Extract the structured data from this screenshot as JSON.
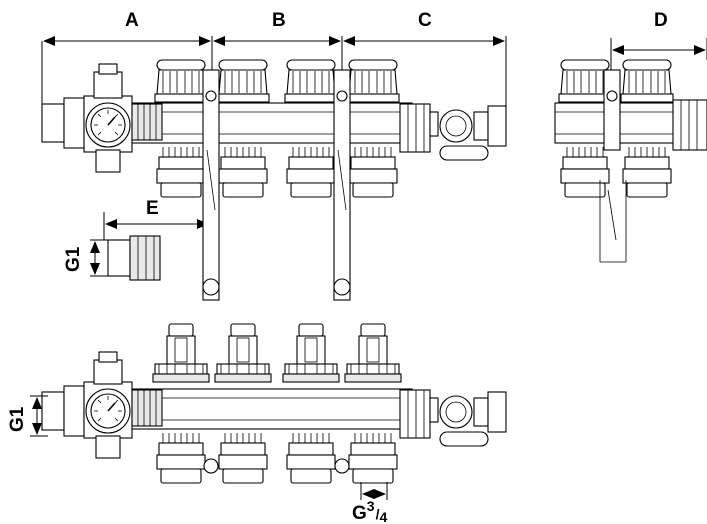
{
  "diagram": {
    "dimensions": {
      "a": "A",
      "b": "B",
      "c": "C",
      "d": "D",
      "e": "E",
      "g1_top": "G1",
      "g1_bottom": "G1",
      "g34_base": "G",
      "g34_num": "3",
      "g34_den": "4"
    }
  }
}
